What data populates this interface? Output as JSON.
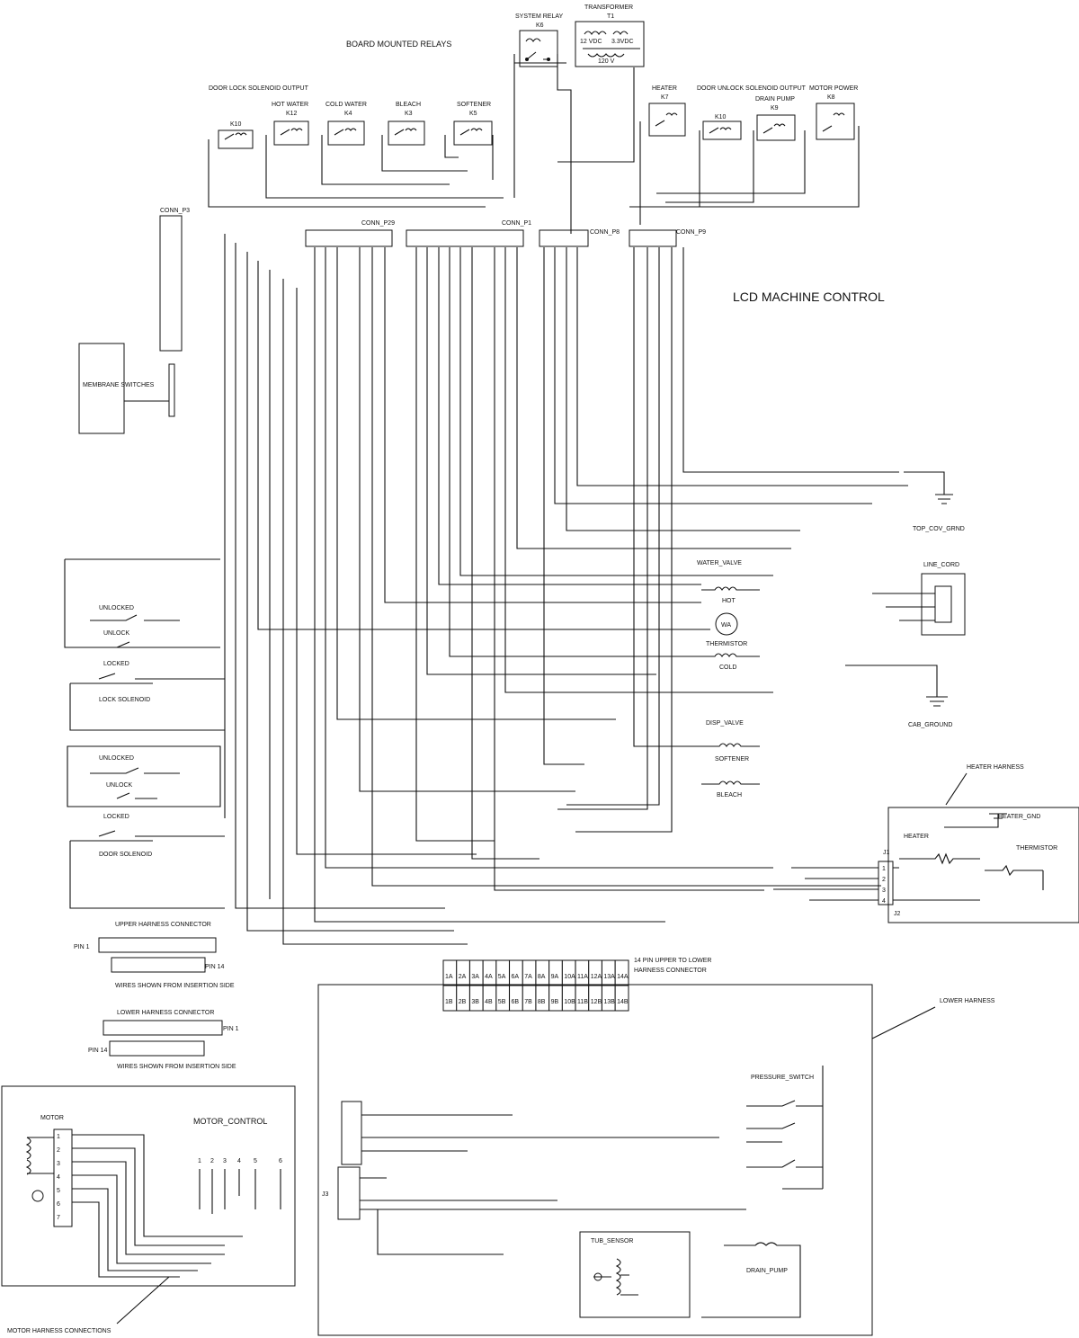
{
  "titles": {
    "board_relays": "BOARD MOUNTED RELAYS",
    "lcd_control": "LCD MACHINE CONTROL",
    "system_relay": "SYSTEM RELAY",
    "system_relay_id": "K6",
    "transformer": "TRANSFORMER",
    "transformer_id": "T1",
    "transformer_taps": [
      "12 VDC",
      "3.3VDC",
      "120 V"
    ]
  },
  "relays_left": [
    {
      "label": "DOOR LOCK SOLENOID OUTPUT",
      "id": "K10"
    },
    {
      "label": "HOT WATER",
      "id": "K12"
    },
    {
      "label": "COLD WATER",
      "id": "K4"
    },
    {
      "label": "BLEACH",
      "id": "K3"
    },
    {
      "label": "SOFTENER",
      "id": "K5"
    }
  ],
  "relays_right": [
    {
      "label": "HEATER",
      "id": "K7"
    },
    {
      "label": "DOOR UNLOCK SOLENOID OUTPUT",
      "id": "K10"
    },
    {
      "label": "DRAIN PUMP",
      "id": "K9"
    },
    {
      "label": "MOTOR POWER",
      "id": "K8"
    }
  ],
  "connectors": {
    "p3": "CONN_P3",
    "p29": "CONN_P29",
    "p1": "CONN_P1",
    "p8": "CONN_P8",
    "p9": "CONN_P9"
  },
  "labels": {
    "membrane": "MEMBRANE SWITCHES",
    "water_valve": "WATER_VALVE",
    "hot": "HOT",
    "thermistor": "THERMISTOR",
    "cold": "COLD",
    "wa": "WA",
    "disp_valve": "DISP_VALVE",
    "softener": "SOFTENER",
    "bleach": "BLEACH",
    "top_cov_gnd": "TOP_COV_GRND",
    "line_cord": "LINE_CORD",
    "cab_ground": "CAB_GROUND",
    "heater_harness": "HEATER HARNESS",
    "heater": "HEATER",
    "heater_gnd": "HEATER_GND",
    "heater_thermistor": "THERMISTOR",
    "j1": "J1",
    "j2": "J2",
    "pin_upper_lower": "14 PIN UPPER TO LOWER",
    "harness_connector": "HARNESS CONNECTOR",
    "lower_harness": "LOWER HARNESS",
    "pressure_switch": "PRESSURE_SWITCH",
    "tub_sensor": "TUB_SENSOR",
    "drain_pump": "DRAIN_PUMP",
    "motor": "MOTOR",
    "motor_control": "MOTOR_CONTROL",
    "motor_harness": "MOTOR HARNESS CONNECTIONS",
    "upper_harness_connector": "UPPER HARNESS CONNECTOR",
    "lower_harness_connector": "LOWER HARNESS CONNECTOR",
    "wires_shown_1": "WIRES SHOWN FROM INSERTION SIDE",
    "wires_shown_2": "WIRES SHOWN FROM INSERTION SIDE",
    "pin1": "PIN 1",
    "pin14": "PIN 14",
    "pin1b": "PIN 1",
    "pin14b": "PIN 14",
    "unlocked_1": "UNLOCKED",
    "unlock_1": "UNLOCK",
    "locked_1": "LOCKED",
    "lock_solenoid": "LOCK SOLENOID",
    "unlocked_2": "UNLOCKED",
    "unlock_2": "UNLOCK",
    "locked_2": "LOCKED",
    "door_solenoid": "DOOR SOLENOID",
    "j3": "J3"
  },
  "harness_pins_top": [
    "1A",
    "2A",
    "3A",
    "4A",
    "5A",
    "6A",
    "7A",
    "8A",
    "9A",
    "10A",
    "11A",
    "12A",
    "13A",
    "14A"
  ],
  "harness_pins_bottom": [
    "1B",
    "2B",
    "3B",
    "4B",
    "5B",
    "6B",
    "7B",
    "8B",
    "9B",
    "10B",
    "11B",
    "12B",
    "13B",
    "14B"
  ],
  "heater_pins": [
    "1",
    "2",
    "3",
    "4"
  ],
  "motor_pins": [
    "1",
    "2",
    "3",
    "4",
    "5",
    "6",
    "7"
  ],
  "motor_control_pins": [
    "1",
    "2",
    "3",
    "4",
    "5",
    "6"
  ]
}
